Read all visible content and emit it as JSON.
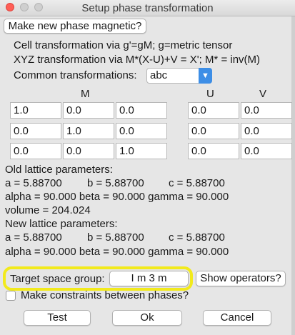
{
  "window": {
    "title": "Setup phase transformation"
  },
  "make_magnetic_label": "Make new phase magnetic?",
  "info": {
    "line1": "Cell transformation via g'=gM; g=metric tensor",
    "line2": "XYZ transformation via M*(X-U)+V = X'; M* = inv(M)"
  },
  "common_transformations": {
    "label": "Common transformations:",
    "value": "abc"
  },
  "matrix": {
    "header_m": "M",
    "header_u": "U",
    "header_v": "V",
    "m": [
      [
        "1.0",
        "0.0",
        "0.0"
      ],
      [
        "0.0",
        "1.0",
        "0.0"
      ],
      [
        "0.0",
        "0.0",
        "1.0"
      ]
    ],
    "u": [
      "0.0",
      "0.0",
      "0.0"
    ],
    "v": [
      "0.0",
      "0.0",
      "0.0"
    ]
  },
  "old_lattice": {
    "heading": "Old lattice parameters:",
    "a": "a = 5.88700",
    "b": "b = 5.88700",
    "c": "c = 5.88700",
    "angles": "alpha = 90.000 beta = 90.000 gamma = 90.000",
    "volume": "volume = 204.024"
  },
  "new_lattice": {
    "heading": "New lattice parameters:",
    "a": "a = 5.88700",
    "b": "b = 5.88700",
    "c": "c = 5.88700",
    "angles": "alpha = 90.000 beta = 90.000 gamma = 90.000"
  },
  "space_group": {
    "label": "Target space group:",
    "value": "I m 3 m",
    "show_operators_label": "Show operators?"
  },
  "constraints_label": "Make constraints between phases?",
  "buttons": {
    "test": "Test",
    "ok": "Ok",
    "cancel": "Cancel"
  },
  "colors": {
    "highlight": "#f2ea1c",
    "accent": "#3d8ee6"
  }
}
